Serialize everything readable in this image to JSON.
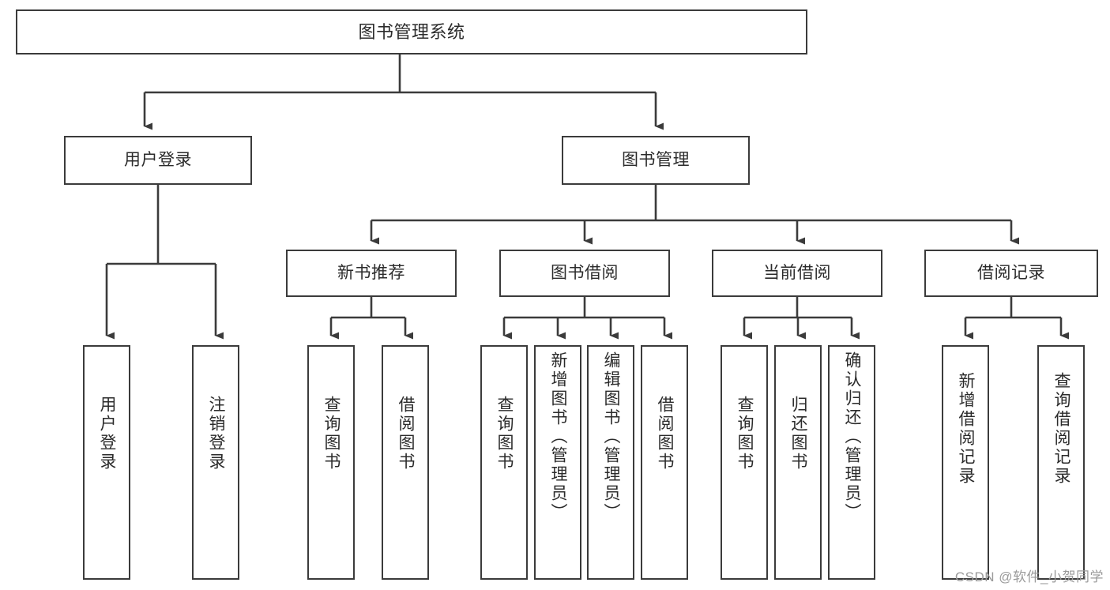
{
  "diagram": {
    "title": "图书管理系统",
    "type": "tree-hierarchy-diagram",
    "colors": {
      "box_border": "#3b3b3b",
      "connector": "#3b3b3b",
      "background": "#ffffff",
      "text": "#2b2b2b",
      "watermark": "#9a9a9a"
    },
    "root": {
      "label": "图书管理系统"
    },
    "level2": [
      {
        "label": "用户登录"
      },
      {
        "label": "图书管理"
      }
    ],
    "level3": [
      {
        "label": "新书推荐"
      },
      {
        "label": "图书借阅"
      },
      {
        "label": "当前借阅"
      },
      {
        "label": "借阅记录"
      }
    ],
    "leaves": {
      "user_login": [
        {
          "label": "用户登录"
        },
        {
          "label": "注销登录"
        }
      ],
      "new_book_recommend": [
        {
          "label": "查询图书"
        },
        {
          "label": "借阅图书"
        }
      ],
      "book_borrow": [
        {
          "label": "查询图书"
        },
        {
          "label": "新增图书（管理员）"
        },
        {
          "label": "编辑图书（管理员）"
        },
        {
          "label": "借阅图书"
        }
      ],
      "current_borrow": [
        {
          "label": "查询图书"
        },
        {
          "label": "归还图书"
        },
        {
          "label": "确认归还（管理员）"
        }
      ],
      "borrow_record": [
        {
          "label": "新增借阅记录"
        },
        {
          "label": "查询借阅记录"
        }
      ]
    }
  },
  "watermark": {
    "text": "CSDN @软件_小贺同学"
  }
}
